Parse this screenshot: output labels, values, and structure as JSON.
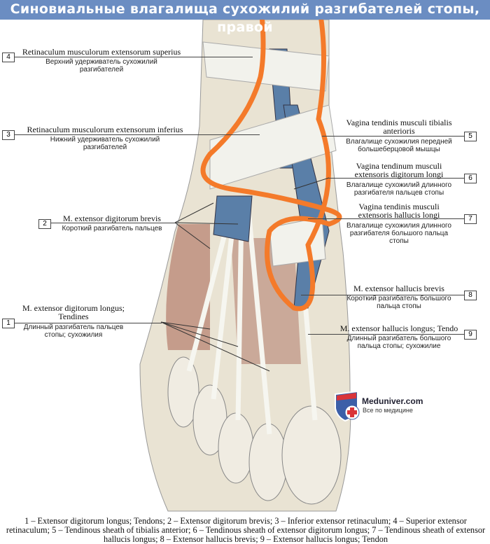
{
  "title": "Синовиальные влагалища сухожилий разгибателей стопы, правой",
  "labels": [
    {
      "num": "1",
      "lat": [
        "M. extensor digitorum longus;",
        "Tendines"
      ],
      "ru": [
        "Длинный разгибатель пальцев",
        "стопы; сухожилия"
      ]
    },
    {
      "num": "2",
      "lat": [
        "M. extensor digitorum brevis"
      ],
      "ru": [
        "Короткий разгибатель пальцев"
      ]
    },
    {
      "num": "3",
      "lat": [
        "Retinaculum musculorum extensorum inferius"
      ],
      "ru": [
        "Нижний удерживатель сухожилий",
        "разгибателей"
      ]
    },
    {
      "num": "4",
      "lat": [
        "Retinaculum musculorum extensorum superius"
      ],
      "ru": [
        "Верхний удерживатель сухожилий",
        "разгибателей"
      ]
    },
    {
      "num": "5",
      "lat": [
        "Vagina tendinis musculi tibialis",
        "anterioris"
      ],
      "ru": [
        "Влагалище сухожилия передней",
        "большеберцовой мышцы"
      ]
    },
    {
      "num": "6",
      "lat": [
        "Vagina tendinum musculi",
        "extensoris digitorum longi"
      ],
      "ru": [
        "Влагалище сухожилий длинного",
        "разгибателя пальцев стопы"
      ]
    },
    {
      "num": "7",
      "lat": [
        "Vagina tendinis musculi",
        "extensoris hallucis longi"
      ],
      "ru": [
        "Влагалище сухожилия длинного",
        "разгибателя большого пальца",
        "стопы"
      ]
    },
    {
      "num": "8",
      "lat": [
        "M. extensor hallucis brevis"
      ],
      "ru": [
        "Короткий разгибатель большого",
        "пальца стопы"
      ]
    },
    {
      "num": "9",
      "lat": [
        "M. extensor hallucis longus; Tendo"
      ],
      "ru": [
        "Длинный разгибатель большого",
        "пальца стопы; сухожилие"
      ]
    }
  ],
  "logo": {
    "name": "Meduniver.com",
    "tagline": "Все по медицине"
  },
  "caption": "1 – Extensor digitorum longus; Tendons; 2 – Extensor digitorum brevis; 3 – Inferior extensor retinaculum; 4 – Superior extensor retinaculum; 5 – Tendinous sheath of tibialis anterior; 6 – Tendinous sheath of extensor digitorum longus; 7 – Tendinous sheath of extensor hallucis longus; 8 – Extensor hallucis brevis; 9 – Extensor hallucis longus; Tendon",
  "colors": {
    "title_bg": "#6b8dc2",
    "sheath": "#5a7fa8",
    "annotation": "#f47a2a",
    "muscle": "#b07a6a",
    "tendon": "#eeeee6"
  }
}
